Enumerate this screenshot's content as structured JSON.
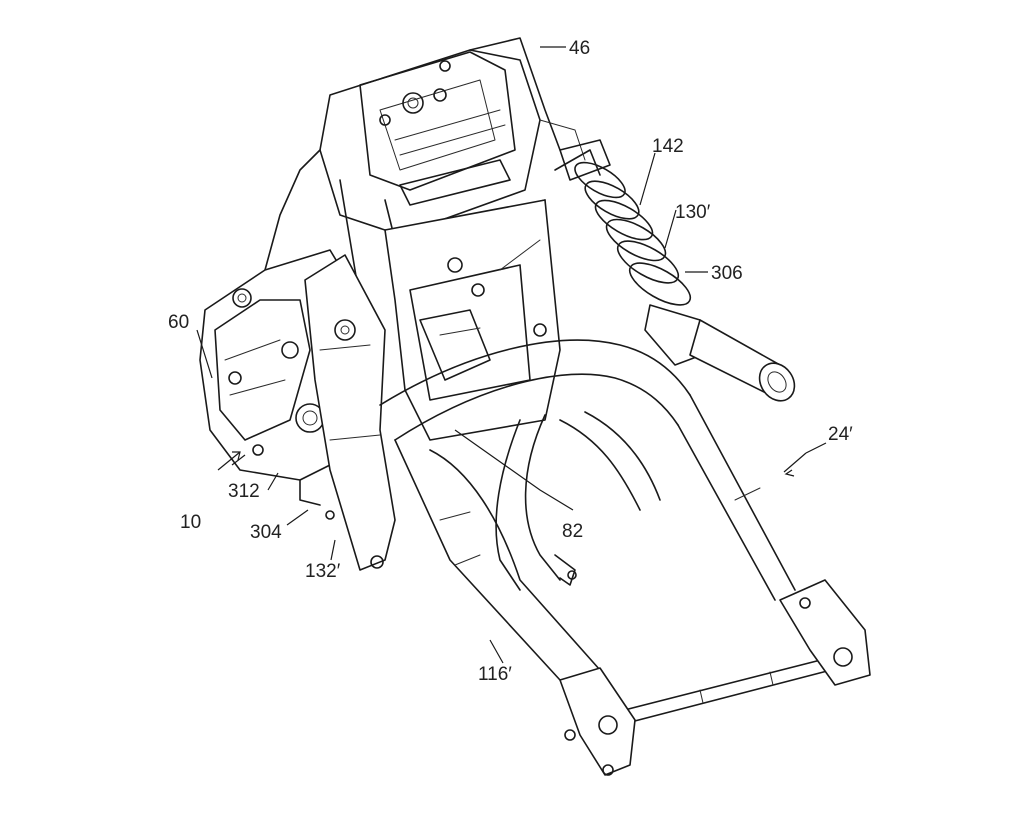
{
  "labels": {
    "l46": "46",
    "l142": "142",
    "l130": "130′",
    "l306": "306",
    "l60": "60",
    "l24": "24′",
    "l312": "312",
    "l10": "10",
    "l304": "304",
    "l82": "82",
    "l132": "132′",
    "l116": "116′"
  },
  "colors": {
    "ink": "#1a1a1a",
    "paper": "#ffffff"
  }
}
